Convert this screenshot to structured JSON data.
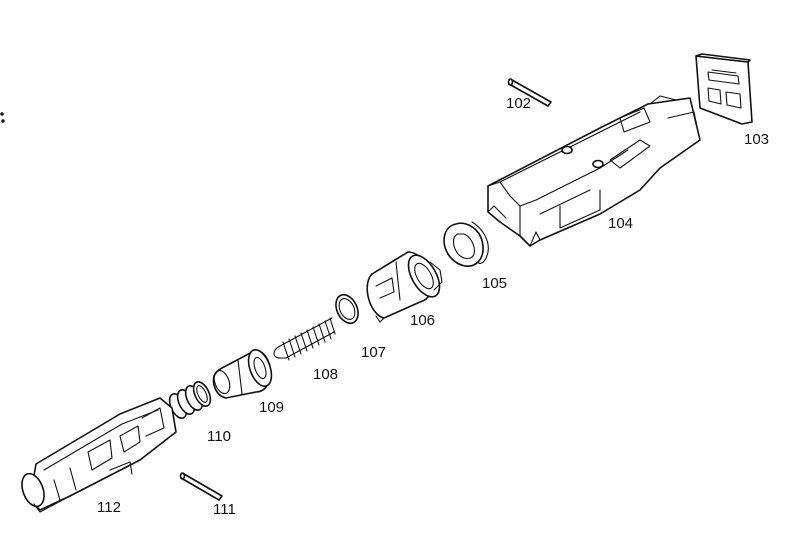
{
  "diagram": {
    "labels": {
      "p102": "102",
      "p103": "103",
      "p104": "104",
      "p105": "105",
      "p106": "106",
      "p107": "107",
      "p108": "108",
      "p109": "109",
      "p110": "110",
      "p111": "111",
      "p112": "112"
    },
    "colors": {
      "line": "#111111",
      "background": "#ffffff"
    }
  }
}
